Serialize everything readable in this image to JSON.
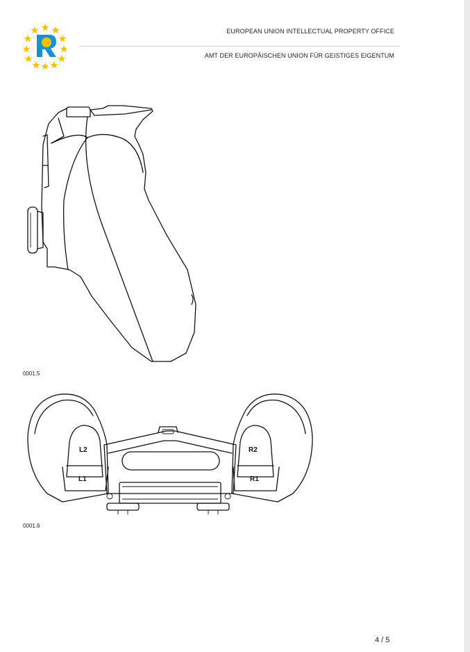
{
  "header": {
    "org_en": "EUROPEAN UNION INTELLECTUAL PROPERTY OFFICE",
    "org_de": "AMT DER EUROPÄISCHEN UNION FÜR GEISTIGES EIGENTUM"
  },
  "logo": {
    "icon": "euipo-logo-icon",
    "star_color": "#f2c100",
    "letter_color": "#1a8fd1",
    "circle_color": "#f2c100"
  },
  "figures": [
    {
      "label": "0001.5",
      "icon": "controller-side-view-icon"
    },
    {
      "label": "0001.6",
      "icon": "controller-top-view-icon",
      "buttons": {
        "l2": "L2",
        "l1": "L1",
        "r2": "R2",
        "r1": "R1"
      }
    }
  ],
  "footer": {
    "page_number": "4 / 5"
  }
}
